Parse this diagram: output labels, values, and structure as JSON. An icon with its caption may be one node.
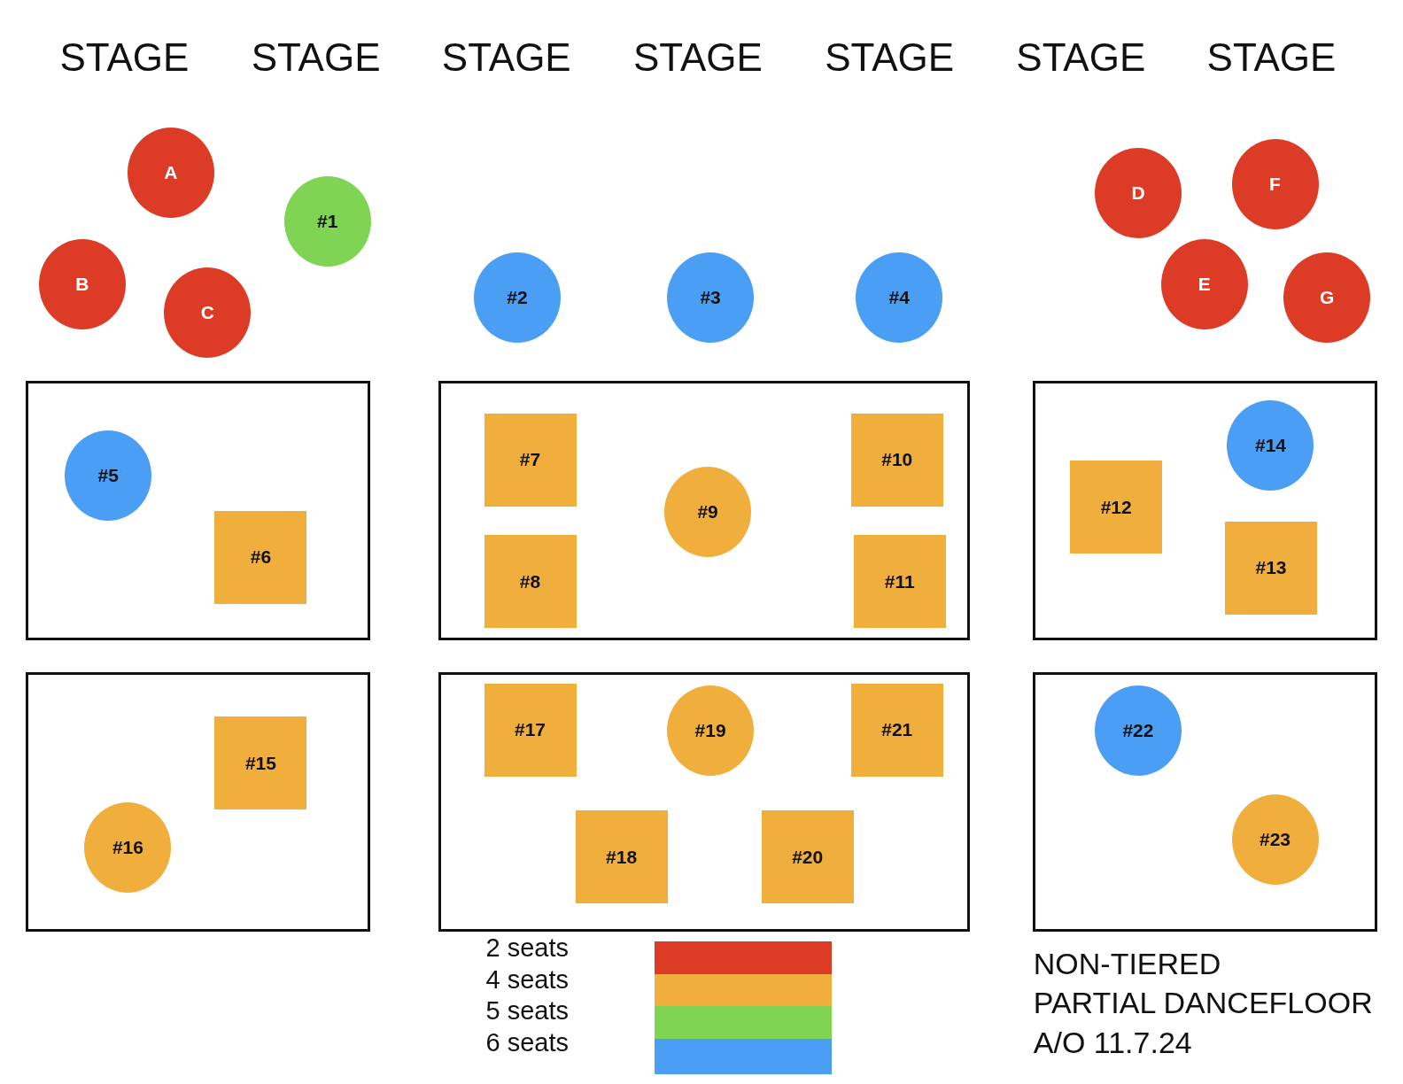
{
  "diagram": {
    "nodes": [
      {
        "text": [
          "A"
        ]
      },
      {
        "text": [
          "B"
        ]
      },
      {
        "text": [
          "C"
        ]
      },
      {
        "text": [
          "#1"
        ]
      },
      {
        "text": [
          "#2"
        ]
      },
      {
        "text": [
          "#3"
        ]
      },
      {
        "text": [
          "#4"
        ]
      },
      {
        "text": [
          "D"
        ]
      },
      {
        "text": [
          "E"
        ]
      },
      {
        "text": [
          "F"
        ]
      },
      {
        "text": [
          "G"
        ]
      },
      {
        "text": [],
        "shape": "box"
      },
      {
        "text": [
          "#5"
        ],
        "in": 11
      },
      {
        "text": [
          "#6"
        ],
        "in": 11
      },
      {
        "text": [],
        "shape": "box"
      },
      {
        "text": [
          "#7"
        ],
        "in": 14
      },
      {
        "text": [
          "#8"
        ],
        "in": 14
      },
      {
        "text": [
          "#9"
        ],
        "in": 14
      },
      {
        "text": [
          "#10"
        ],
        "in": 14
      },
      {
        "text": [
          "#11"
        ],
        "in": 14
      },
      {
        "text": [],
        "shape": "box"
      },
      {
        "text": [
          "#12"
        ],
        "in": 20
      },
      {
        "text": [
          "#13"
        ],
        "in": 20
      },
      {
        "text": [
          "#14"
        ],
        "in": 20
      },
      {
        "text": [],
        "shape": "box"
      },
      {
        "text": [
          "#15"
        ],
        "in": 24
      },
      {
        "text": [
          "#16"
        ],
        "in": 24
      },
      {
        "text": [],
        "shape": "box"
      },
      {
        "text": [
          "#17"
        ],
        "in": 27
      },
      {
        "text": [
          "#18"
        ],
        "in": 27
      },
      {
        "text": [
          "#19"
        ],
        "in": 27
      },
      {
        "text": [
          "#20"
        ],
        "in": 27
      },
      {
        "text": [
          "#21"
        ],
        "in": 27
      },
      {
        "text": [],
        "shape": "box"
      },
      {
        "text": [
          "#22"
        ],
        "in": 33
      },
      {
        "text": [
          "#23"
        ],
        "in": 33
      }
    ],
    "labels": [
      "STAGE",
      "STAGE",
      "STAGE",
      "STAGE",
      "STAGE",
      "STAGE",
      "STAGE",
      "NON-TIERED",
      "PARTIAL DANCEFLOOR",
      "A/O 11.7.24"
    ],
    "legend": [
      {
        "text": "2 seats",
        "color": "#dc3b26"
      },
      {
        "text": "4 seats",
        "color": "#f0ae3c"
      },
      {
        "text": "5 seats",
        "color": "#80d454"
      },
      {
        "text": "6 seats",
        "color": "#4a9ff5"
      }
    ]
  }
}
